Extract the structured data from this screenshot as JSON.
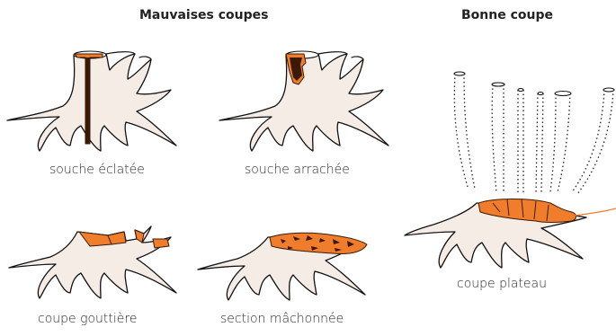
{
  "headers": {
    "bad": "Mauvaises coupes",
    "good": "Bonne coupe"
  },
  "captions": {
    "split": "souche éclatée",
    "torn": "souche arrachée",
    "gutter": "coupe gouttière",
    "chewed": "section mâchonnée",
    "flat": "coupe plateau"
  },
  "colors": {
    "cut_surface": "#f07d2b",
    "stump_fill": "#f5ece6",
    "outline": "#111111"
  }
}
